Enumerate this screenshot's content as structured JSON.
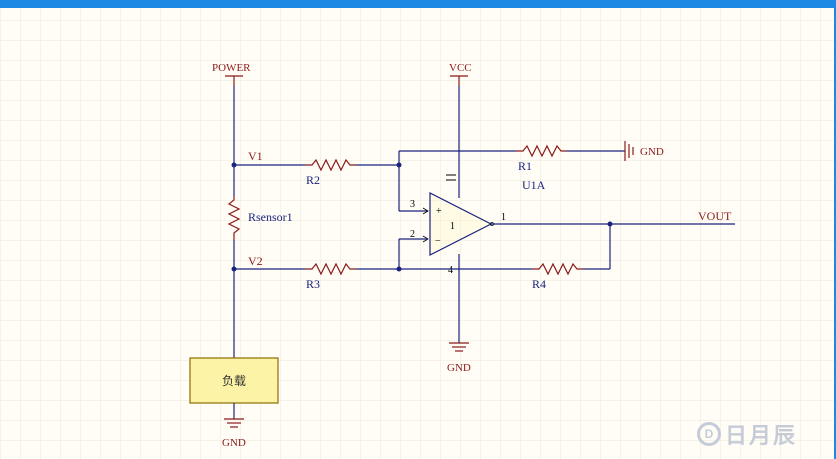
{
  "schematic": {
    "power_ports": {
      "power": "POWER",
      "vcc": "VCC",
      "gnd_r1": "GND",
      "gnd_opamp": "GND",
      "gnd_load": "GND"
    },
    "nets": {
      "v1": "V1",
      "v2": "V2",
      "vout": "VOUT"
    },
    "components": {
      "r1": "R1",
      "r2": "R2",
      "r3": "R3",
      "r4": "R4",
      "rsensor": "Rsensor1",
      "opamp": "U1A",
      "opamp_part": "1",
      "load": "负载"
    },
    "pins": {
      "p3": "3",
      "p2": "2",
      "p1": "1",
      "p4": "4",
      "plus": "+",
      "minus": "−"
    }
  },
  "watermark": {
    "logo": "D",
    "text": "日月辰"
  },
  "colors": {
    "wire": "#1a237e",
    "power": "#8b1a1a",
    "load_fill": "#fdf3a6",
    "load_border": "#8d6e00",
    "frame": "#1e88e5",
    "grid": "#ebe6d8"
  }
}
